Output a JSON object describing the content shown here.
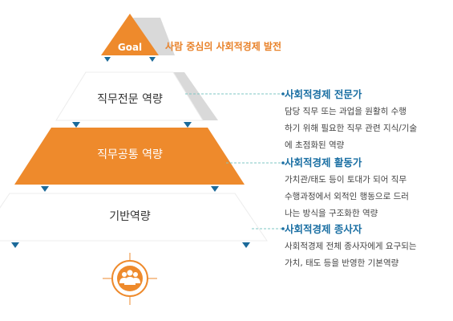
{
  "goal": {
    "label": "Goal",
    "text": "사람 중심의 사회적경제 발전"
  },
  "tiers": [
    {
      "label": "직무전문 역량",
      "fill": "#ffffff"
    },
    {
      "label": "직무공통 역량",
      "fill": "#ee8a2c"
    },
    {
      "label": "기반역량",
      "fill": "#ffffff"
    }
  ],
  "descriptions": [
    {
      "title": "사회적경제 전문가",
      "lines": [
        "담당 직무 또는 과업을 원활히 수행",
        "하기 위해 필요한 직무 관련 지식/기술",
        "에 초점화된 역량"
      ]
    },
    {
      "title": "사회적경제 활동가",
      "lines": [
        "가치관/태도 등이 토대가 되어 직무",
        "수행과정에서 외적인 행동으로 드러",
        "나는 방식을 구조화한 역량"
      ]
    },
    {
      "title": "사회적경제 종사자",
      "lines": [
        "사회적경제 전체 종사자에게 요구되는",
        "가치, 태도 등을 반영한 기본역량"
      ]
    }
  ],
  "colors": {
    "orange": "#ee8a2c",
    "blue": "#1a6fa3",
    "marker": "#1b6a9a",
    "shadow": "#d9d9d9",
    "dash": "#7fc7c4"
  },
  "icons": {
    "goal_marker": "triangle-marker",
    "people": "people-group-icon"
  }
}
